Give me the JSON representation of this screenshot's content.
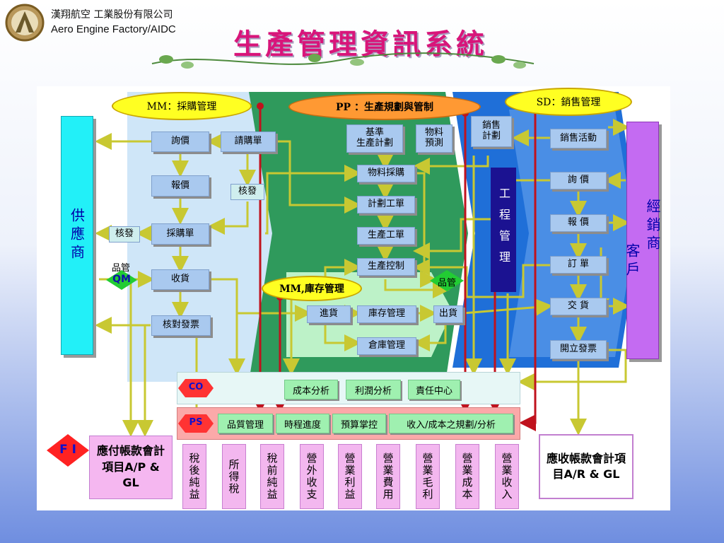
{
  "header": {
    "company_zh": "漢翔航空 工業股份有限公司",
    "company_en": "Aero Engine Factory/AIDC",
    "title": "生產管理資訊系統"
  },
  "modules": {
    "mm_purchase": "MM：採購管理",
    "pp": "PP ：生產規劃與管制",
    "sd": "SD：銷售管理",
    "mm_inventory": "MM,庫存管理"
  },
  "supplier": "供應商",
  "dealer": [
    "經銷商",
    "客戶"
  ],
  "engineering": "工程管理",
  "mm_boxes": {
    "inquiry": "詢價",
    "requisition": "請購單",
    "quote": "報價",
    "approve1": "核發",
    "approve2": "核發",
    "po": "採購單",
    "receive": "收貨",
    "verify_invoice": "核對發票",
    "qm_label": "品管",
    "qm": "QM"
  },
  "pp_boxes": {
    "base_plan": "基準\n生產計劃",
    "mrp": "物料\n預測",
    "material_purchase": "物料採購",
    "planned_order": "計劃工單",
    "production_order": "生產工單",
    "production_control": "生產控制",
    "qc": "品管"
  },
  "inv_boxes": {
    "goods_in": "進貨",
    "inventory": "庫存管理",
    "goods_out": "出貨",
    "warehouse": "倉庫管理"
  },
  "sd_boxes": {
    "sales_plan": "銷售\n計劃",
    "sales_activity": "銷售活動",
    "inquiry": "詢 價",
    "quote": "報 價",
    "order": "訂 單",
    "delivery": "交 貨",
    "invoice": "開立發票"
  },
  "co": {
    "tag": "CO",
    "items": [
      "成本分析",
      "利潤分析",
      "責任中心"
    ]
  },
  "ps": {
    "tag": "PS",
    "items": [
      "品質管理",
      "時程進度",
      "預算掌控",
      "收入/成本之規劃/分析"
    ]
  },
  "fi": {
    "tag": "F I",
    "ap": "應付帳款會計項目A/P & GL",
    "ar": "應收帳款會計項目A/R & GL",
    "columns": [
      "稅後純益",
      "所得稅",
      "稅前純益",
      "營外收支",
      "營業利益",
      "營業費用",
      "營業毛利",
      "營業成本",
      "營業收入"
    ]
  },
  "colors": {
    "arrow": "#c8c832",
    "red_line": "#c0121d",
    "box": "#a9c9ef",
    "title": "#d8157a",
    "pp_green": "#2f9a5c",
    "sd_blue": "#1f6fd8"
  }
}
